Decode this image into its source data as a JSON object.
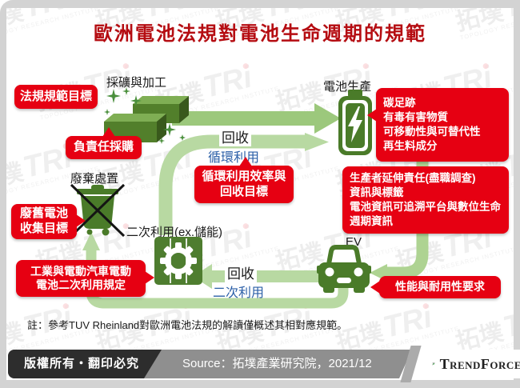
{
  "title": "歐洲電池法規對電池生命週期的規範",
  "nodes": {
    "mining": "採礦與加工",
    "production": "電池生產",
    "disposal": "廢棄處置",
    "second_use": "二次利用(ex.儲能)",
    "ev": "EV"
  },
  "flows": {
    "to_production": {
      "keyword": "回收",
      "mode": "循環利用"
    },
    "to_second_use": {
      "keyword": "回收",
      "mode": "二次利用"
    }
  },
  "callouts": {
    "regulation_goal": "法規規範目標",
    "responsible_sourcing": "負責任採購",
    "production_requirements": "碳足跡\n有毒有害物質\n可移動性與可替代性\n再生料成分",
    "recycling_targets": "循環利用效率與\n回收目標",
    "collection_target": "廢舊電池\n收集目標",
    "second_use_rules": "工業與電動汽車電動\n電池二次利用規定",
    "epr_info": "生產者延伸責任(盡職調查)\n資訊與標籤\n電池資訊可追溯平台與數位生命週期資訊",
    "performance": "性能與耐用性要求"
  },
  "note": "註：參考TUV Rheinland對歐洲電池法規的解讀僅概述其相對應規範。",
  "footer": {
    "copyright": "版權所有‧翻印必究",
    "source": "Source：拓墣產業研究院，2021/12",
    "brand": "TrendForce"
  },
  "watermark": {
    "cjk": "拓墣",
    "latin": "TRi",
    "caption": "TOPOLOGY RESEARCH INSTITUTE"
  },
  "colors": {
    "title_red": "#b50d12",
    "callout_red": "#e60012",
    "icon_green": "#4a7b29",
    "flow_green_main": "#9cc87c",
    "flow_green_light": "#b8d9a2",
    "mode_blue": "#2b5fa7"
  }
}
